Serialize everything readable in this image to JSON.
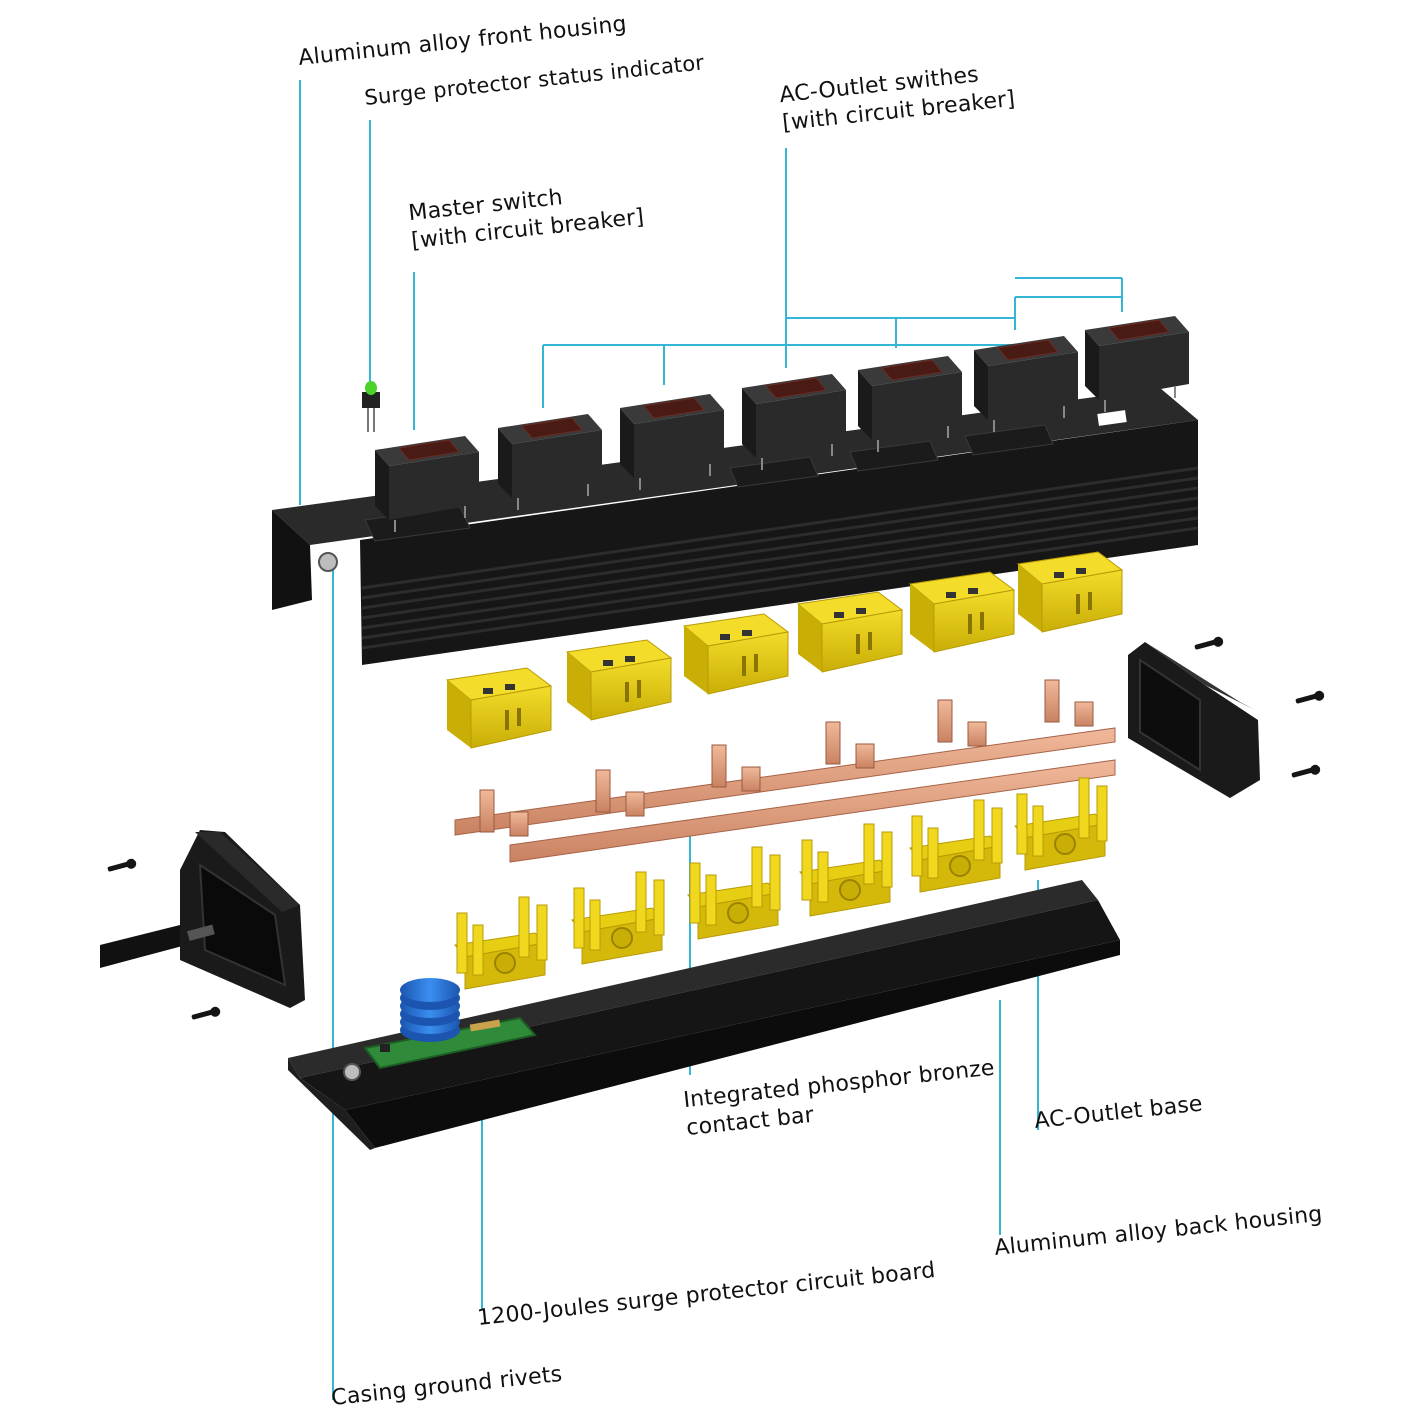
{
  "labels": {
    "front_housing": "Aluminum alloy front housing",
    "status_indicator": "Surge protector status indicator",
    "outlet_switches_line1": "AC-Outlet swithes",
    "outlet_switches_line2": "[with circuit breaker]",
    "master_switch_line1": "Master switch",
    "master_switch_line2": "[with circuit breaker]",
    "contact_bar_line1": "Integrated phosphor bronze",
    "contact_bar_line2": "contact bar",
    "outlet_base": "AC-Outlet base",
    "back_housing": "Aluminum alloy back housing",
    "circuit_board": "1200-Joules surge protector circuit board",
    "ground_rivets": "Casing ground rivets"
  },
  "colors": {
    "leader_line": "#35b6d6",
    "housing": "#1c1c1c",
    "outlet_yellow": "#e6cf12",
    "bronze": "#d89a78",
    "switch_red": "#4a1a14",
    "circuit_board": "#2f8a3a",
    "mov_blue": "#2f78d8",
    "led_green": "#4bd12a"
  },
  "counts": {
    "outlet_switches": 6,
    "outlets": 6
  }
}
